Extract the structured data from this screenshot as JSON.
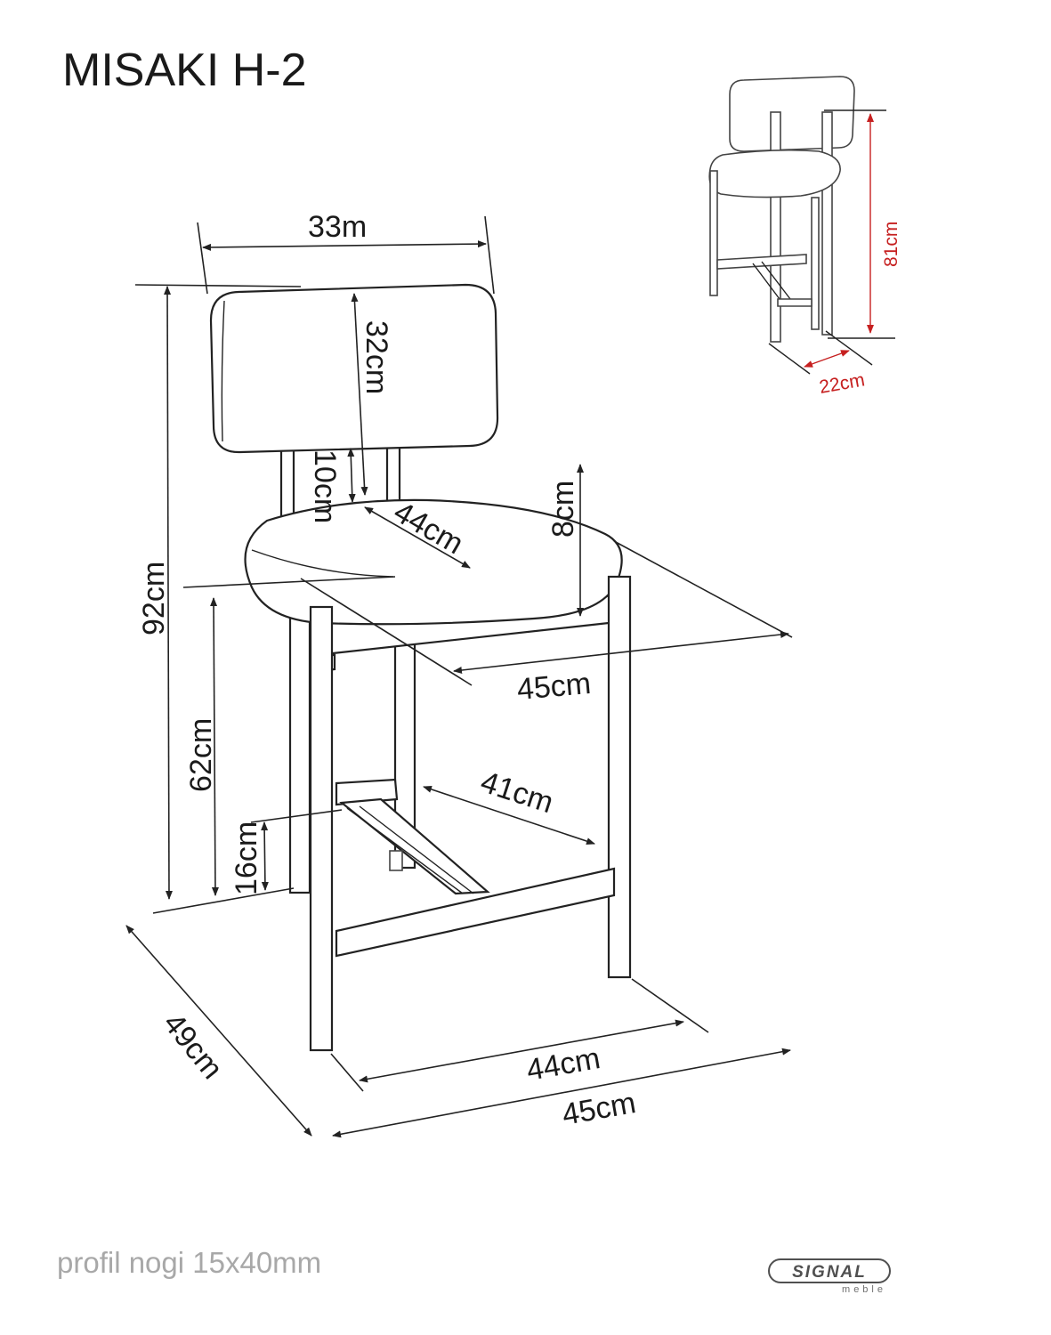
{
  "title": "MISAKI H-2",
  "dimensions": {
    "backrest_width": "33m",
    "backrest_height": "32cm",
    "back_gap": "10cm",
    "seat_depth": "44cm",
    "seat_thickness": "8cm",
    "seat_width": "45cm",
    "total_height": "92cm",
    "seat_height": "62cm",
    "footrest_height": "16cm",
    "footrest_width": "41cm",
    "base_depth": "49cm",
    "base_inner_width": "44cm",
    "base_width": "45cm"
  },
  "inset": {
    "height": "81cm",
    "depth": "22cm"
  },
  "footer_note": "profil nogi 15x40mm",
  "brand": {
    "name": "SIGNAL",
    "sub": "meble"
  },
  "colors": {
    "line": "#222222",
    "red_dim": "#c62020",
    "footer_text": "#a8a8a8"
  }
}
